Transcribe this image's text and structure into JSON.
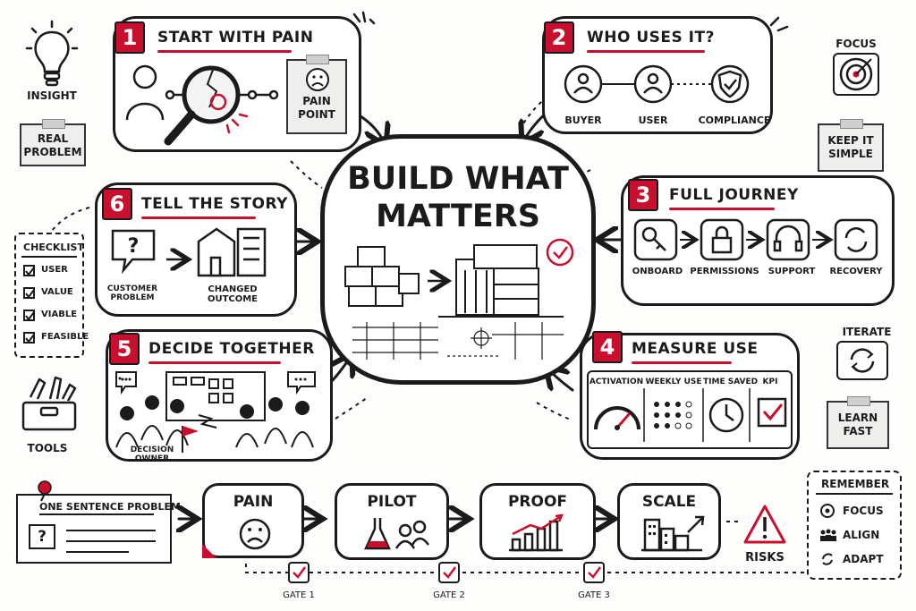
{
  "center": {
    "title_line1": "BUILD WHAT",
    "title_line2": "MATTERS"
  },
  "sections": {
    "pain": {
      "number": "1",
      "title": "START WITH PAIN",
      "note": "PAIN POINT"
    },
    "who": {
      "number": "2",
      "title": "WHO USES IT?",
      "roles": [
        "BUYER",
        "USER",
        "COMPLIANCE"
      ]
    },
    "journey": {
      "number": "3",
      "title": "FULL JOURNEY",
      "steps": [
        "ONBOARD",
        "PERMISSIONS",
        "SUPPORT",
        "RECOVERY"
      ]
    },
    "measure": {
      "number": "4",
      "title": "MEASURE USE",
      "metrics": [
        "ACTIVATION",
        "WEEKLY USE",
        "TIME SAVED",
        "KPI"
      ]
    },
    "decide": {
      "number": "5",
      "title": "DECIDE TOGETHER",
      "owner_label": "DECISION OWNER"
    },
    "story": {
      "number": "6",
      "title": "TELL THE STORY",
      "from": "CUSTOMER PROBLEM",
      "to": "CHANGED OUTCOME"
    }
  },
  "left_column": {
    "insight": "INSIGHT",
    "real_problem": "REAL PROBLEM",
    "checklist": {
      "title": "CHECKLIST",
      "items": [
        "USER",
        "VALUE",
        "VIABLE",
        "FEASIBLE"
      ]
    },
    "tools": "TOOLS"
  },
  "right_column": {
    "focus": "FOCUS",
    "keep_simple": "KEEP IT SIMPLE",
    "iterate": "ITERATE",
    "learn_fast": "LEARN FAST"
  },
  "pipeline": {
    "problem_note": "ONE SENTENCE PROBLEM",
    "problem_mark": "?",
    "stages": [
      "PAIN",
      "PILOT",
      "PROOF",
      "SCALE"
    ],
    "gates": [
      "GATE 1",
      "GATE 2",
      "GATE 3"
    ],
    "risks": "RISKS"
  },
  "remember": {
    "title": "REMEMBER",
    "items": [
      "FOCUS",
      "ALIGN",
      "ADAPT"
    ]
  },
  "colors": {
    "accent": "#c8102e",
    "ink": "#1b1b1b",
    "paper": "#eeeeec"
  }
}
